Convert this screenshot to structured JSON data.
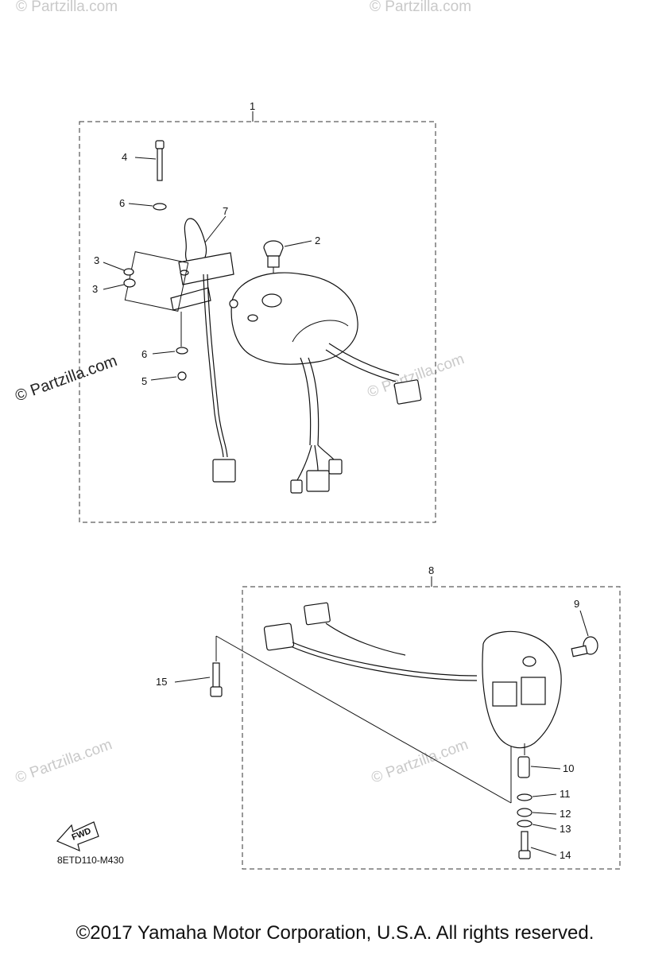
{
  "callouts": {
    "c1": "1",
    "c2": "2",
    "c3a": "3",
    "c3b": "3",
    "c4": "4",
    "c5": "5",
    "c6a": "6",
    "c6b": "6",
    "c7": "7",
    "c8": "8",
    "c9": "9",
    "c10": "10",
    "c11": "11",
    "c12": "12",
    "c13": "13",
    "c14": "14",
    "c15": "15"
  },
  "watermark_text": "© Partzilla.com",
  "diagram_code": "8ETD110-M430",
  "fwd_label": "FWD",
  "copyright": "©2017 Yamaha Motor Corporation, U.S.A. All rights reserved."
}
